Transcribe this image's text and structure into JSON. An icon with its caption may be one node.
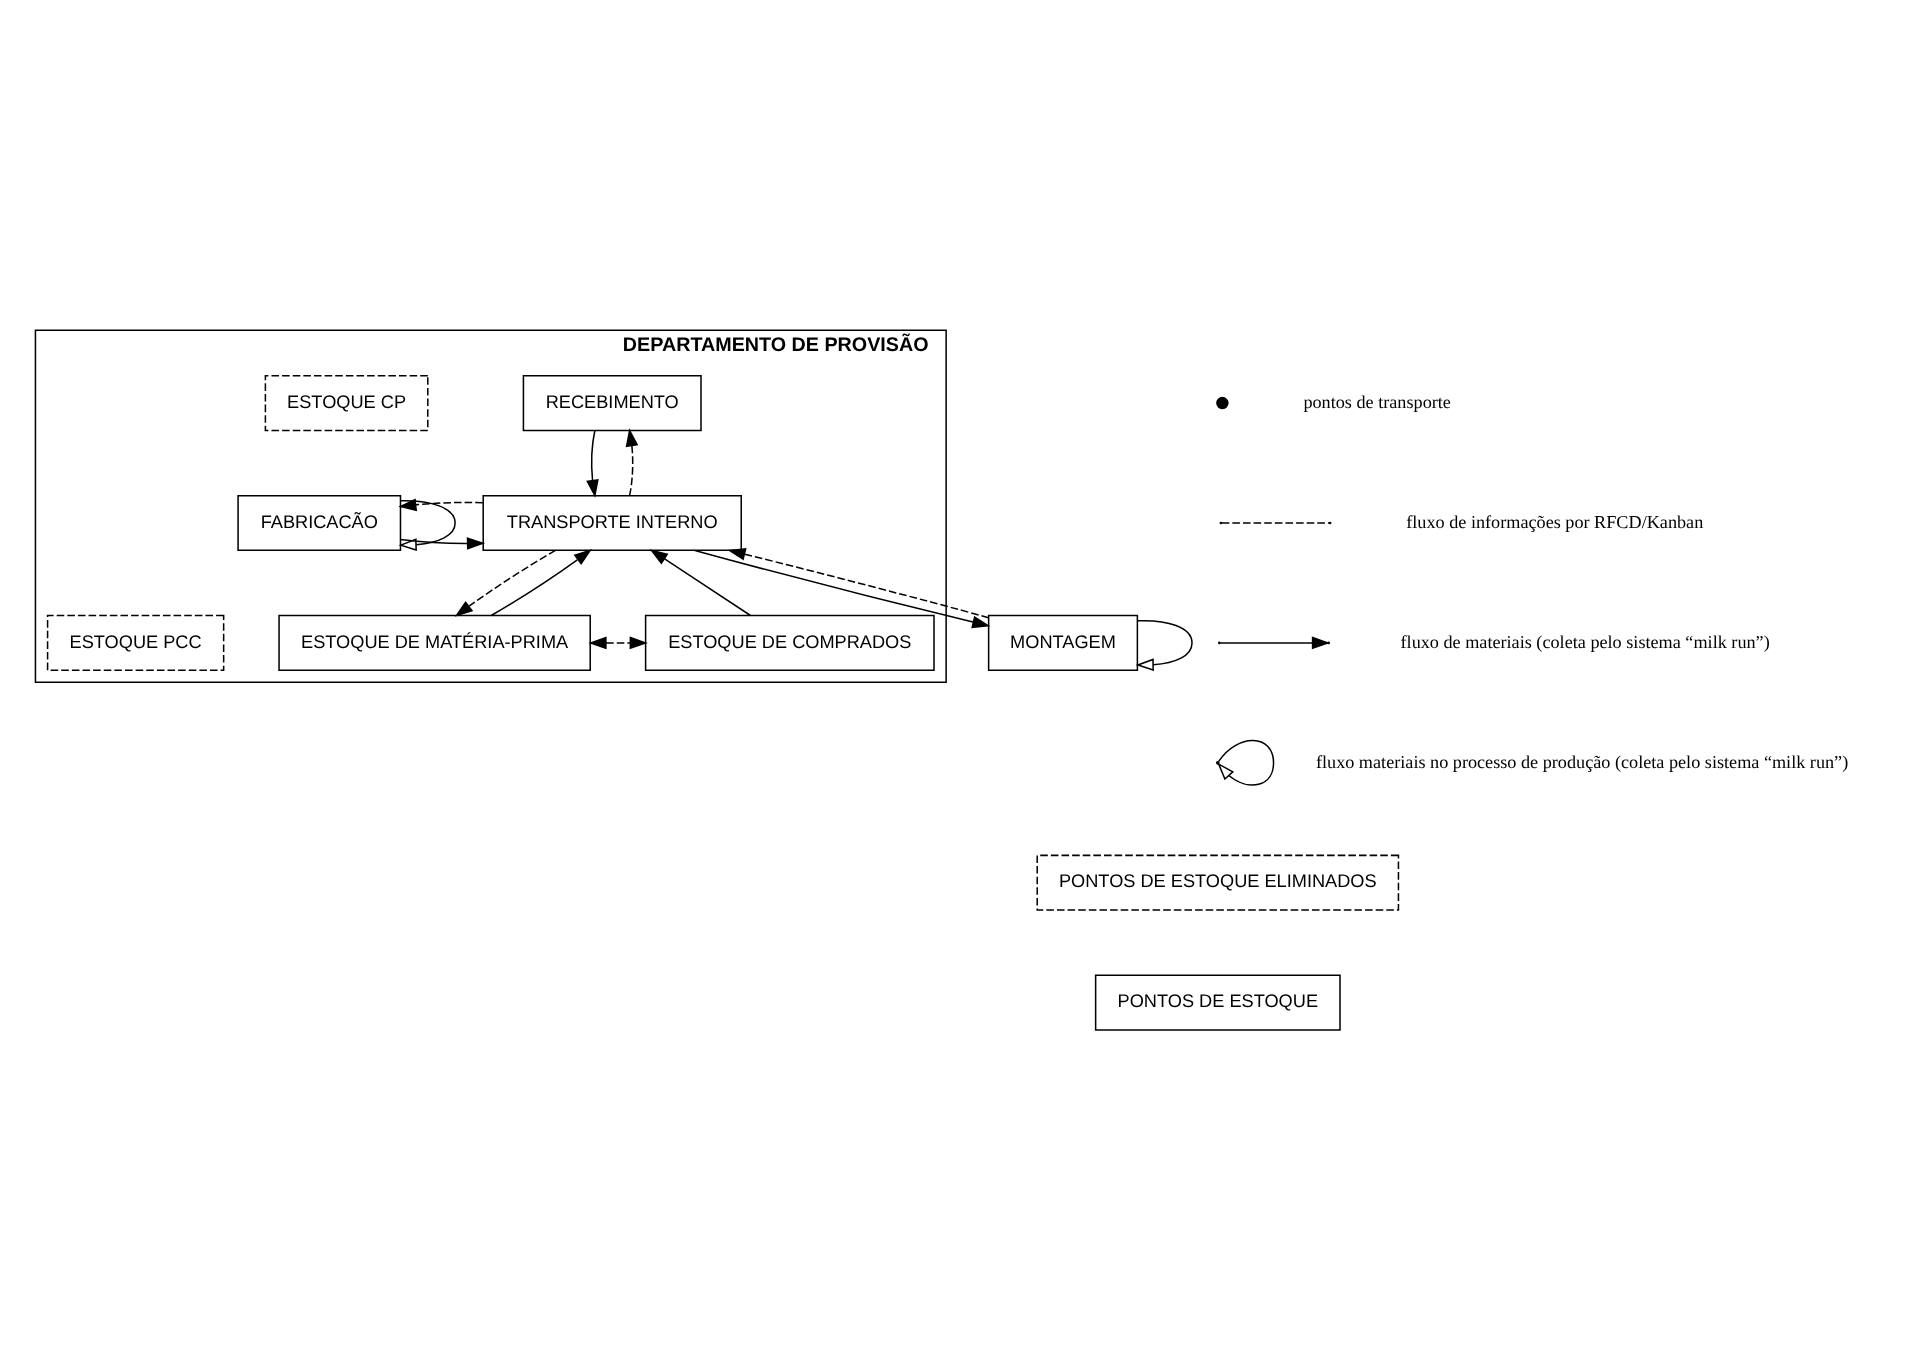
{
  "diagram": {
    "nodes": [
      {
        "text": [
          "DEPARTAMENTO DE PROVISÃO"
        ]
      },
      {
        "text": [
          "RECEBIMENTO"
        ],
        "in": 0
      },
      {
        "text": [
          "ESTOQUE DE MATÉRIA-PRIMA"
        ],
        "in": 0
      },
      {
        "text": [
          "ESTOQUE DE COMPRADOS"
        ],
        "in": 0
      },
      {
        "text": [
          "ESTOQUE PCC"
        ],
        "in": 0
      },
      {
        "text": [
          "FABRICACÃO"
        ],
        "in": 0
      },
      {
        "text": [
          "TRANSPORTE INTERNO"
        ],
        "in": 0
      },
      {
        "text": [
          "MONTAGEM"
        ]
      },
      {
        "text": [
          "ESTOQUE CP"
        ],
        "in": 0
      },
      {
        "text": [
          "PONTOS DE ESTOQUE ELIMINADOS"
        ]
      },
      {
        "text": [
          "PONTOS DE ESTOQUE"
        ]
      }
    ],
    "edges": [
      {
        "from": 1,
        "to": 6,
        "arrow": "to"
      },
      {
        "from": 2,
        "to": 6,
        "arrow": "to"
      },
      {
        "from": 3,
        "to": 6,
        "arrow": "to"
      },
      {
        "from": 5,
        "to": 6,
        "arrow": "to"
      },
      {
        "from": 6,
        "to": 7,
        "arrow": "to"
      },
      {
        "from": 7,
        "to": 6,
        "arrow": "to",
        "style": "dashed"
      },
      {
        "from": 6,
        "to": 5,
        "arrow": "to",
        "style": "dashed"
      },
      {
        "from": 6,
        "to": 1,
        "arrow": "to",
        "style": "dashed"
      },
      {
        "from": 6,
        "to": 2,
        "arrow": "to",
        "style": "dashed"
      },
      {
        "from": 2,
        "to": 3,
        "arrow": "both",
        "style": "dashed"
      },
      {
        "from": 5,
        "to": 5,
        "arrow": "to"
      },
      {
        "from": 7,
        "to": 7,
        "arrow": "to"
      }
    ],
    "legend": [
      {
        "text": "pontos de transporte"
      },
      {
        "text": "fluxo de informações por RFCD/Kanban"
      },
      {
        "text": "fluxo de materiais (coleta pelo sistema “milk run”)"
      },
      {
        "text": "fluxo materiais no processo de produção (coleta pelo sistema “milk run”)"
      }
    ]
  }
}
